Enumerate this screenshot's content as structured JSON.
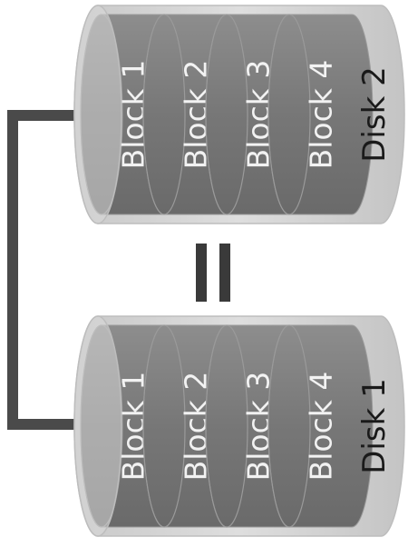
{
  "disks": [
    {
      "label": "Disk 2",
      "blocks": [
        "Block 1",
        "Block 2",
        "Block 3",
        "Block 4"
      ]
    },
    {
      "label": "Disk 1",
      "blocks": [
        "Block 1",
        "Block 2",
        "Block 3",
        "Block 4"
      ]
    }
  ],
  "equals_sign": "=",
  "colors": {
    "disk_outer": "#d4d4d4",
    "disk_outer_edge": "#bdbdbd",
    "block_fill": "#7d7d7d",
    "block_dark": "#5f5f5f",
    "block_light": "#9a9a9a",
    "connector": "#4a4a4a",
    "equals": "#3a3a3a"
  }
}
